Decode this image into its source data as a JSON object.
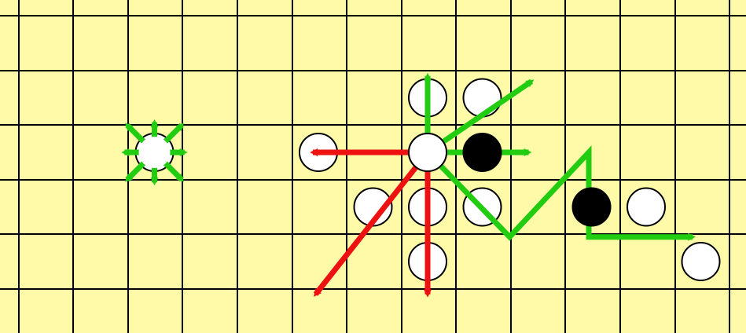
{
  "colors": {
    "board": "#fffaa8",
    "grid": "#000000",
    "stone_white": "#ffffff",
    "stone_black": "#000000",
    "arrow_green": "#22cc11",
    "arrow_red": "#ee1111"
  },
  "stones": [
    {
      "col": 1,
      "row": 2,
      "color": "white"
    },
    {
      "col": 4,
      "row": 2,
      "color": "white"
    },
    {
      "col": 6,
      "row": 1,
      "color": "white"
    },
    {
      "col": 7,
      "row": 1,
      "color": "white"
    },
    {
      "col": 6,
      "row": 2,
      "color": "white"
    },
    {
      "col": 7,
      "row": 2,
      "color": "black"
    },
    {
      "col": 5,
      "row": 3,
      "color": "white"
    },
    {
      "col": 6,
      "row": 3,
      "color": "white"
    },
    {
      "col": 7,
      "row": 3,
      "color": "white"
    },
    {
      "col": 9,
      "row": 3,
      "color": "black"
    },
    {
      "col": 10,
      "row": 3,
      "color": "white"
    },
    {
      "col": 6,
      "row": 4,
      "color": "white"
    },
    {
      "col": 11,
      "row": 4,
      "color": "white"
    }
  ],
  "arrows": [
    {
      "color": "green",
      "points": [
        [
          1,
          2
        ],
        [
          0.5,
          1.5
        ]
      ]
    },
    {
      "color": "green",
      "points": [
        [
          1,
          2
        ],
        [
          1,
          1.45
        ]
      ]
    },
    {
      "color": "green",
      "points": [
        [
          1,
          2
        ],
        [
          1.5,
          1.5
        ]
      ]
    },
    {
      "color": "green",
      "points": [
        [
          1,
          2
        ],
        [
          0.45,
          2
        ]
      ]
    },
    {
      "color": "green",
      "points": [
        [
          1,
          2
        ],
        [
          1.55,
          2
        ]
      ]
    },
    {
      "color": "green",
      "points": [
        [
          1,
          2
        ],
        [
          0.5,
          2.5
        ]
      ]
    },
    {
      "color": "green",
      "points": [
        [
          1,
          2
        ],
        [
          1,
          2.55
        ]
      ]
    },
    {
      "color": "green",
      "points": [
        [
          1,
          2
        ],
        [
          1.5,
          2.5
        ]
      ]
    },
    {
      "color": "green",
      "points": [
        [
          6,
          2
        ],
        [
          6,
          0.6
        ]
      ]
    },
    {
      "color": "green",
      "points": [
        [
          6,
          2
        ],
        [
          7.9,
          0.7
        ]
      ]
    },
    {
      "color": "green",
      "points": [
        [
          6,
          2
        ],
        [
          7.85,
          2
        ]
      ]
    },
    {
      "color": "green",
      "points": [
        [
          6,
          2
        ],
        [
          7.5,
          3.55
        ],
        [
          8.95,
          2
        ],
        [
          8.95,
          3.55
        ],
        [
          10.85,
          3.55
        ]
      ]
    },
    {
      "color": "red",
      "points": [
        [
          6,
          2
        ],
        [
          3.9,
          2
        ]
      ]
    },
    {
      "color": "red",
      "points": [
        [
          6,
          2
        ],
        [
          3.95,
          4.6
        ]
      ]
    },
    {
      "color": "red",
      "points": [
        [
          6,
          2
        ],
        [
          6,
          4.6
        ]
      ]
    }
  ]
}
